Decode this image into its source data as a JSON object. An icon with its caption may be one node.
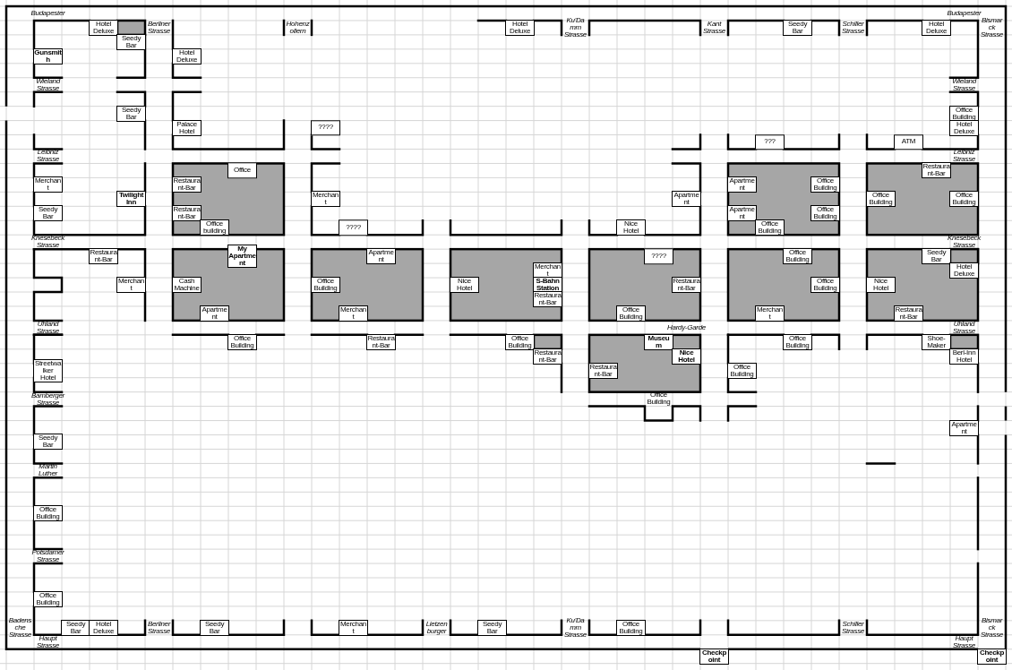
{
  "diagram": {
    "nodes": [
      {
        "text": [
          "Hotel Deluxe"
        ]
      },
      {
        "text": [
          "Hotel Deluxe"
        ]
      },
      {
        "text": [
          "Seedy Bar"
        ]
      },
      {
        "text": [
          "Hotel Deluxe"
        ]
      },
      {
        "text": [
          "Seedy Bar"
        ]
      },
      {
        "text": [
          "Gunsmith"
        ]
      },
      {
        "text": [
          "Hotel Deluxe"
        ]
      },
      {
        "text": [
          "Seedy Bar"
        ]
      },
      {
        "text": [
          "Office Building"
        ]
      },
      {
        "text": [
          "Palace Hotel"
        ]
      },
      {
        "text": [
          "????"
        ]
      },
      {
        "text": [
          "Hotel Deluxe"
        ]
      },
      {
        "text": [
          "???"
        ]
      },
      {
        "text": [
          "ATM"
        ]
      },
      {
        "text": [
          "Office"
        ]
      },
      {
        "text": [
          "Restaurant-Bar"
        ]
      },
      {
        "text": [
          "Merchant"
        ]
      },
      {
        "text": [
          "Restaurant-Bar"
        ]
      },
      {
        "text": [
          "Apartment"
        ]
      },
      {
        "text": [
          "Office Building"
        ]
      },
      {
        "text": [
          "Twilight Inn"
        ]
      },
      {
        "text": [
          "Merchant"
        ]
      },
      {
        "text": [
          "Apartment"
        ]
      },
      {
        "text": [
          "Office Building"
        ]
      },
      {
        "text": [
          "Office Building"
        ]
      },
      {
        "text": [
          "Seedy Bar"
        ]
      },
      {
        "text": [
          "Restaurant-Bar"
        ]
      },
      {
        "text": [
          "Apartment"
        ]
      },
      {
        "text": [
          "Office Building"
        ]
      },
      {
        "text": [
          "Office building"
        ]
      },
      {
        "text": [
          "????"
        ]
      },
      {
        "text": [
          "Nice Hotel"
        ]
      },
      {
        "text": [
          "Office Building"
        ]
      },
      {
        "text": [
          "Restaurant-Bar"
        ]
      },
      {
        "text": [
          "My Apartment"
        ]
      },
      {
        "text": [
          "Apartment"
        ]
      },
      {
        "text": [
          "????"
        ]
      },
      {
        "text": [
          "Office Building"
        ]
      },
      {
        "text": [
          "Seedy Bar"
        ]
      },
      {
        "text": [
          "Merchant"
        ]
      },
      {
        "text": [
          "Hotel Deluxe"
        ]
      },
      {
        "text": [
          "Merchant"
        ]
      },
      {
        "text": [
          "Cash Machine"
        ]
      },
      {
        "text": [
          "Office Building"
        ]
      },
      {
        "text": [
          "Nice Hotel"
        ]
      },
      {
        "text": [
          "S-Bahn Station"
        ]
      },
      {
        "text": [
          "Restaurant-Bar"
        ]
      },
      {
        "text": [
          "Office Building"
        ]
      },
      {
        "text": [
          "Nice Hotel"
        ]
      },
      {
        "text": [
          "Restaurant-Bar"
        ]
      },
      {
        "text": [
          "Apartment"
        ]
      },
      {
        "text": [
          "Merchant"
        ]
      },
      {
        "text": [
          "Office Building"
        ]
      },
      {
        "text": [
          "Merchant"
        ]
      },
      {
        "text": [
          "Restaurant-Bar"
        ]
      },
      {
        "text": [
          "Office Building"
        ]
      },
      {
        "text": [
          "Restaurant-Bar"
        ]
      },
      {
        "text": [
          "Office Building"
        ]
      },
      {
        "text": [
          "Museum"
        ]
      },
      {
        "text": [
          "Office Building"
        ]
      },
      {
        "text": [
          "Shoe-Maker"
        ]
      },
      {
        "text": [
          "Restaurant-Bar"
        ]
      },
      {
        "text": [
          "Nice Hotel"
        ]
      },
      {
        "text": [
          "Berl-Inn Hotel"
        ]
      },
      {
        "text": [
          "Streetwalker Hotel"
        ]
      },
      {
        "text": [
          "Restaurant-Bar"
        ]
      },
      {
        "text": [
          "Office Building"
        ]
      },
      {
        "text": [
          "Office Building"
        ]
      },
      {
        "text": [
          "Apartment"
        ]
      },
      {
        "text": [
          "Seedy Bar"
        ]
      },
      {
        "text": [
          "Office Building"
        ]
      },
      {
        "text": [
          "Office Building"
        ]
      },
      {
        "text": [
          "Seedy Bar"
        ]
      },
      {
        "text": [
          "Hotel Deluxe"
        ]
      },
      {
        "text": [
          "Seedy Bar"
        ]
      },
      {
        "text": [
          "Merchant"
        ]
      },
      {
        "text": [
          "Seedy Bar"
        ]
      },
      {
        "text": [
          "Office Building"
        ]
      },
      {
        "text": [
          "Checkpoint"
        ]
      },
      {
        "text": [
          "Checkpoint"
        ]
      }
    ],
    "labels": [
      "Budapester",
      "Budapester",
      "Berliner Strasse",
      "Hohenzollern",
      "Ku'Damm Strasse",
      "Kant Strasse",
      "Schiller Strasse",
      "Bismarck Strasse",
      "Wieland Strasse",
      "Wieland Strasse",
      "Leibniz Strasse",
      "Leibniz Strasse",
      "Knesebeck Strasse",
      "Knesebeck Strasse",
      "Uhland Strasse",
      "Hardy-Garde",
      "Uhland Strasse",
      "Bamberger Strasse",
      "Martin Luther",
      "Potsdamer Strasse",
      "Badensche Strasse",
      "Berliner Strasse",
      "Lietzenburger",
      "Ku'Damm Strasse",
      "Schiller Strasse",
      "Bismarck Strasse",
      "Haupt Strasse",
      "Haupt Strasse"
    ]
  }
}
